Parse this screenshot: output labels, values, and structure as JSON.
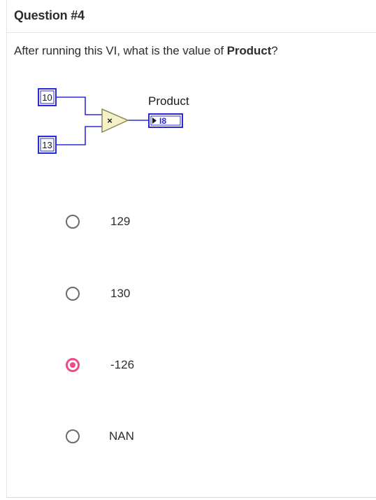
{
  "question": {
    "title": "Question #4",
    "prompt_before": "After running this VI, what is the value of ",
    "prompt_bold": "Product",
    "prompt_after": "?"
  },
  "diagram": {
    "input_a": "10",
    "input_b": "13",
    "multiply_symbol": "×",
    "indicator_label": "Product",
    "indicator_type": "I8",
    "colors": {
      "constant_border": "#2b2bd6",
      "wire": "#2b2bd6",
      "node_fill": "#f5f0c8",
      "node_border": "#8a8a55"
    }
  },
  "options": [
    {
      "label": "129",
      "selected": false
    },
    {
      "label": "130",
      "selected": false
    },
    {
      "label": "-126",
      "selected": true
    },
    {
      "label": "NAN",
      "selected": false
    }
  ],
  "colors": {
    "accent": "#ec4d86",
    "text": "#2d2d2d"
  }
}
